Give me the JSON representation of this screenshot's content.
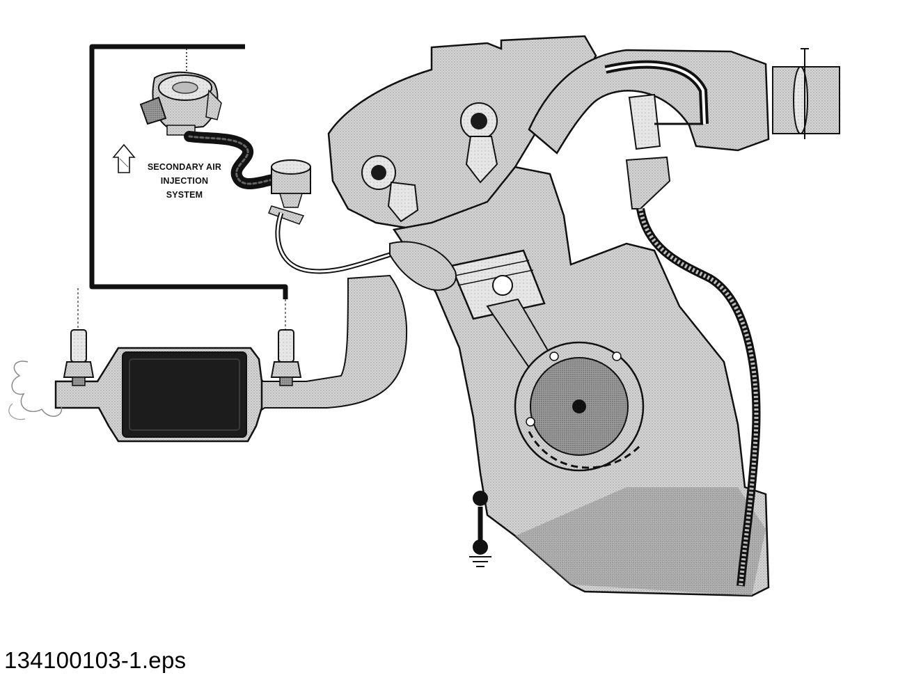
{
  "diagram": {
    "label_lines": [
      "SECONDARY AIR",
      "INJECTION",
      "SYSTEM"
    ],
    "file_name": "134100103-1.eps"
  },
  "colors": {
    "ink": "#111111",
    "engine_fill": "#cfcfcf",
    "engine_shade": "#b9b9b9",
    "converter_fill": "#1f1f1f",
    "background": "#ffffff"
  }
}
